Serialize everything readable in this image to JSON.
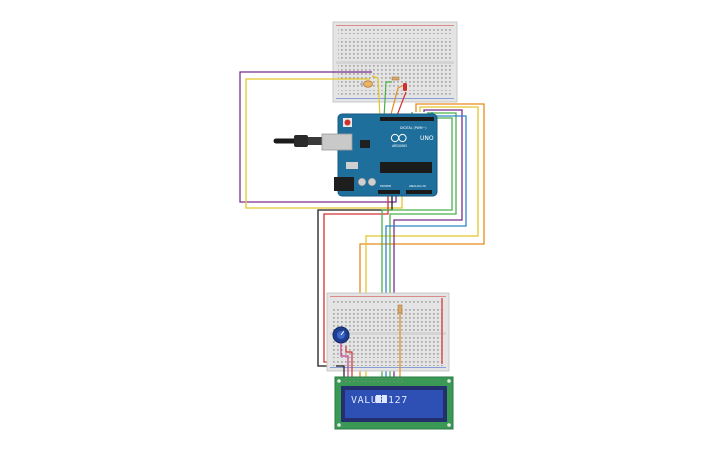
{
  "board": {
    "logo_text": "ARDUINO",
    "model_text": "UNO",
    "header_digital": "DIGITAL (PWM~)",
    "header_power": "POWER",
    "header_analog": "ANALOG IN"
  },
  "lcd": {
    "line1_label": "VALUE",
    "line1_value": "127"
  },
  "colors": {
    "board_blue": "#1f6f9c",
    "breadboard": "#e6e6e6",
    "lcd_pcb": "#3a9a55",
    "lcd_screen": "#2e4fb4",
    "wire_purple": "#7a2f8e",
    "wire_yellow": "#e3c52a",
    "wire_orange": "#e88a1e",
    "wire_green": "#4bb04b",
    "wire_blue": "#2f86c9",
    "wire_black": "#1b1b1b",
    "wire_red": "#d23030"
  }
}
